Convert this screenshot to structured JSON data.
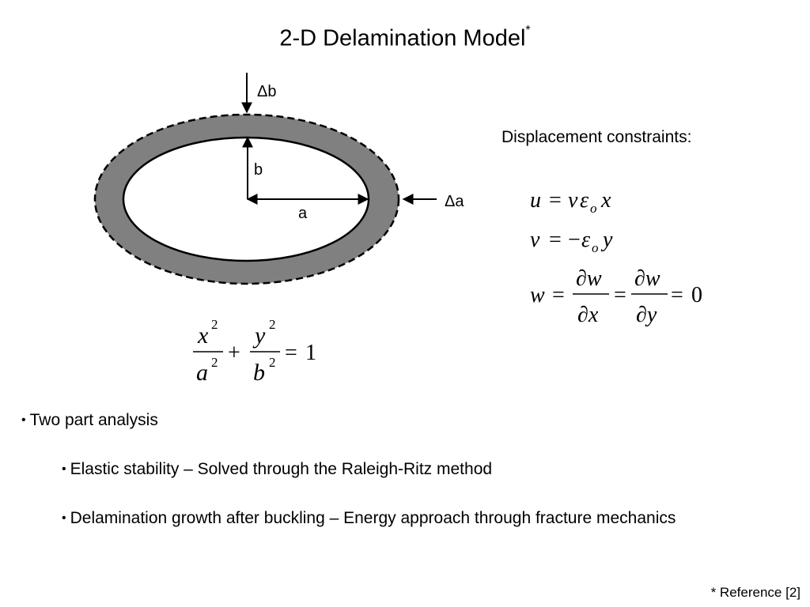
{
  "title": {
    "text": "2-D Delamination Model",
    "marker": "*"
  },
  "diagram": {
    "label_delta_b": "Δb",
    "label_b": "b",
    "label_a": "a",
    "label_delta_a": "Δa"
  },
  "ellipse_equation": {
    "num1": "x",
    "den1": "a",
    "num2": "y",
    "den2": "b",
    "exp": "2",
    "plus": "+",
    "equals": "=",
    "rhs": "1"
  },
  "constraints": {
    "heading": "Displacement constraints:",
    "eq_u": {
      "lhs": "u",
      "eq": "=",
      "nu": "ν",
      "eps": "ε",
      "sub": "o",
      "var": "x"
    },
    "eq_v": {
      "lhs": "v",
      "eq": "=",
      "minus": "−",
      "eps": "ε",
      "sub": "o",
      "var": "y"
    },
    "eq_w": {
      "lhs": "w",
      "eq1": "=",
      "num1": "∂w",
      "den1": "∂x",
      "eq2": "=",
      "num2": "∂w",
      "den2": "∂y",
      "eq3": "=",
      "rhs": "0"
    }
  },
  "bullets": [
    {
      "text": "Two part analysis"
    },
    {
      "text": "Elastic stability – Solved through the Raleigh-Ritz method"
    },
    {
      "text": "Delamination growth after buckling – Energy approach through fracture mechanics"
    }
  ],
  "footnote": "* Reference [2]",
  "colors": {
    "ring": "#808080",
    "line": "#000000",
    "background": "#ffffff"
  }
}
